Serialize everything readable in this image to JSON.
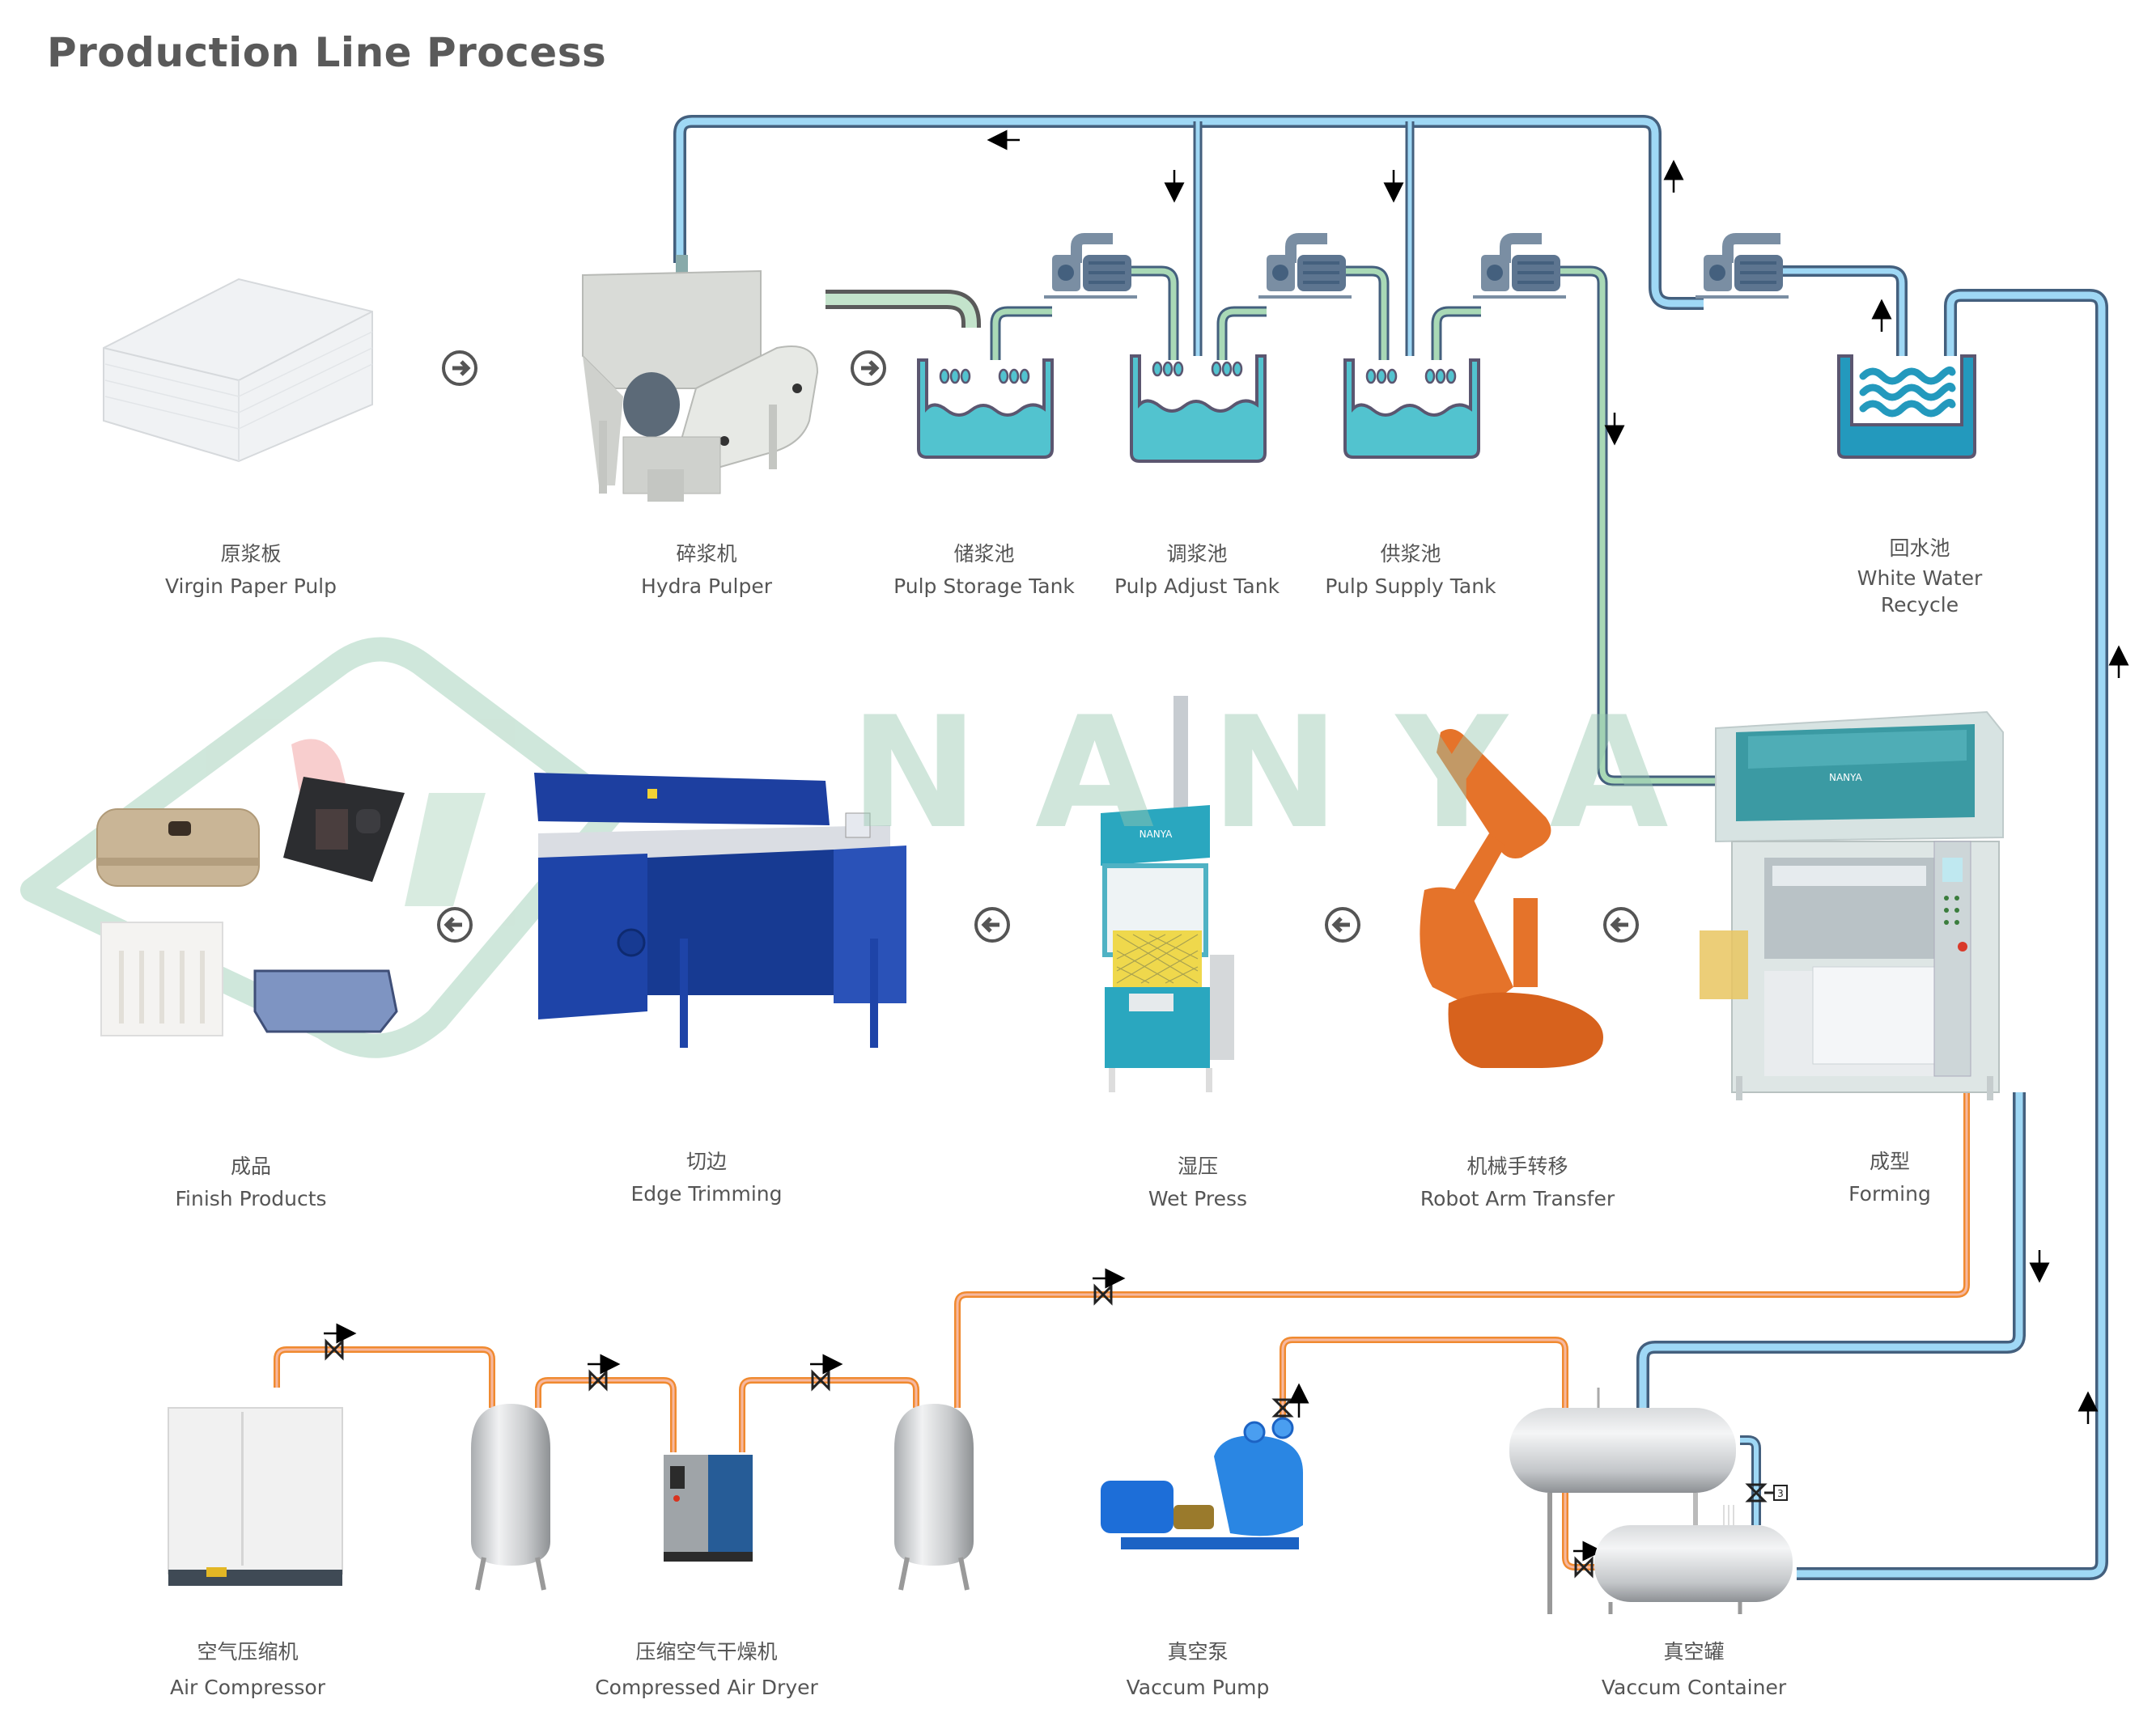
{
  "title": "Production Line Process",
  "watermark": {
    "text": "NANYA"
  },
  "colors": {
    "water_pipe_fill": "#9fd8f5",
    "water_pipe_stroke": "#44607e",
    "pulp_pipe_fill": "#a9d9b6",
    "pulp_pipe_stroke": "#44607e",
    "air_pipe_fill": "#f6a68a",
    "air_pipe_stroke": "#f08a30",
    "tank_fill": "#52c3cf",
    "recycle_tank_fill": "#2399bd",
    "tank_stroke": "#5b5670",
    "arrow_circle": "#555555",
    "watermark": "#9fd0b8"
  },
  "stages": [
    {
      "id": "virgin-paper-pulp",
      "zh": "原浆板",
      "en": "Virgin Paper Pulp"
    },
    {
      "id": "hydra-pulper",
      "zh": "碎浆机",
      "en": "Hydra Pulper"
    },
    {
      "id": "pulp-storage-tank",
      "zh": "储浆池",
      "en": "Pulp Storage Tank"
    },
    {
      "id": "pulp-adjust-tank",
      "zh": "调浆池",
      "en": "Pulp Adjust Tank"
    },
    {
      "id": "pulp-supply-tank",
      "zh": "供浆池",
      "en": "Pulp Supply Tank"
    },
    {
      "id": "white-water-recycle",
      "zh": "回水池",
      "en_lines": [
        "White Water",
        "Recycle"
      ]
    },
    {
      "id": "finish-products",
      "zh": "成品",
      "en": "Finish Products"
    },
    {
      "id": "edge-trimming",
      "zh": "切边",
      "en": "Edge Trimming"
    },
    {
      "id": "wet-press",
      "zh": "湿压",
      "en": "Wet Press"
    },
    {
      "id": "robot-arm-transfer",
      "zh": "机械手转移",
      "en": "Robot Arm Transfer"
    },
    {
      "id": "forming",
      "zh": "成型",
      "en": "Forming"
    },
    {
      "id": "air-compressor",
      "zh": "空气压缩机",
      "en": "Air Compressor"
    },
    {
      "id": "compressed-air-dryer",
      "zh": "压缩空气干燥机",
      "en": "Compressed Air Dryer"
    },
    {
      "id": "vaccum-pump",
      "zh": "真空泵",
      "en": "Vaccum Pump"
    },
    {
      "id": "vaccum-container",
      "zh": "真空罐",
      "en": "Vaccum Container"
    }
  ],
  "flow_arrows": [
    {
      "from": "virgin-paper-pulp",
      "to": "hydra-pulper",
      "direction": "right"
    },
    {
      "from": "hydra-pulper",
      "to": "pulp-storage-tank",
      "direction": "right"
    },
    {
      "from": "forming",
      "to": "robot-arm-transfer",
      "direction": "left"
    },
    {
      "from": "robot-arm-transfer",
      "to": "wet-press",
      "direction": "left"
    },
    {
      "from": "wet-press",
      "to": "edge-trimming",
      "direction": "left"
    },
    {
      "from": "edge-trimming",
      "to": "finish-products",
      "direction": "left"
    }
  ],
  "valve_tag": "3"
}
